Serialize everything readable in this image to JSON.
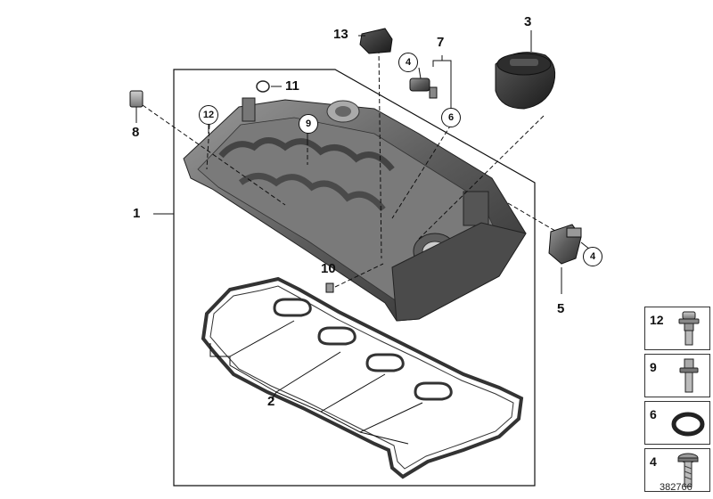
{
  "diagram_id": "382766",
  "callouts": {
    "part_1": "1",
    "part_2": "2",
    "part_3": "3",
    "part_4": "4",
    "part_5": "5",
    "part_6": "6",
    "part_7": "7",
    "part_8": "8",
    "part_9": "9",
    "part_10": "10",
    "part_11": "11",
    "part_12": "12",
    "part_13": "13"
  },
  "legend": [
    {
      "number": "12",
      "icon": "bolt-with-collar-icon"
    },
    {
      "number": "9",
      "icon": "stud-bolt-icon"
    },
    {
      "number": "6",
      "icon": "o-ring-icon"
    },
    {
      "number": "4",
      "icon": "torx-screw-icon"
    }
  ],
  "colors": {
    "part_dark": "#3a3a3a",
    "part_mid": "#6e6e6e",
    "part_light": "#a9a9a9",
    "line": "#111111"
  }
}
